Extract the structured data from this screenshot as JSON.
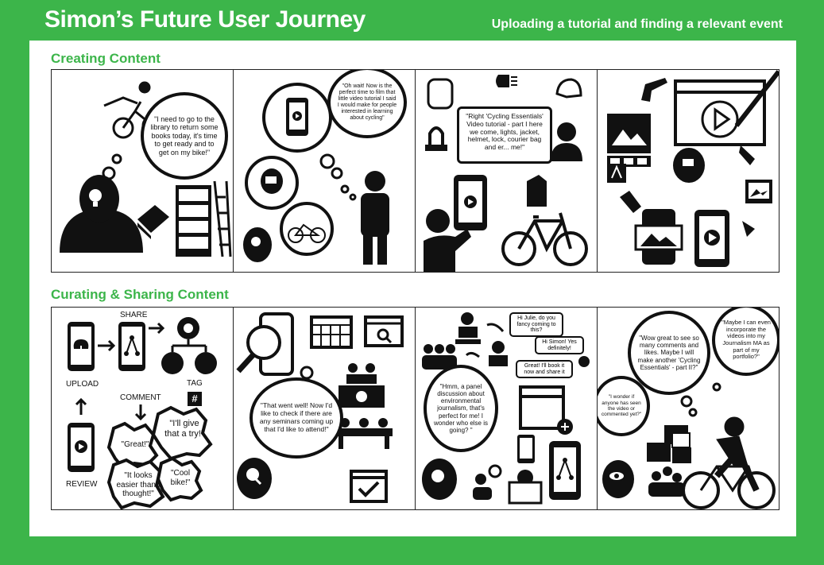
{
  "header": {
    "title": "Simon’s Future User Journey",
    "subtitle": "Uploading a tutorial and finding a relevant event"
  },
  "sections": {
    "creating": "Creating Content",
    "curating": "Curating & Sharing Content"
  },
  "panels": {
    "p1": {
      "bubble": "\"I need to go to the library to return some books today, it's time to get ready and to get on my bike!\""
    },
    "p2": {
      "bubble": "\"Oh wait! Now is the perfect time to film that little video tutorial I said I would make for people interested in learning about cycling\""
    },
    "p3": {
      "bubble": "\"Right 'Cycling Essentials' Video tutorial - part I here we come, lights, jacket, helmet, lock, courier bag and er... me!\""
    },
    "p5": {
      "share": "SHARE",
      "upload": "UPLOAD",
      "comment": "COMMENT",
      "tag": "TAG",
      "review": "REVIEW",
      "hash": "#",
      "c1": "\"Great!\"",
      "c2": "\"I'll give that a try!\"",
      "c3": "\"It looks easier than I thought!\"",
      "c4": "\"Cool bike!\""
    },
    "p6": {
      "bubble": "\"That went well! Now I'd like to check if there are any seminars coming up that I'd like to attend!\""
    },
    "p7": {
      "bubble": "\"Hmm, a panel discussion about environmental journalism, that's perfect for me! I wonder who else is going? \"",
      "chat1": "Hi Julie, do you fancy coming to this?",
      "chat2": "Hi Simon! Yes definitely!",
      "chat3": "Great! I'll book it now and share it"
    },
    "p8": {
      "b1": "\"Wow great to see so many comments and likes. Maybe I will make another 'Cycling Essentials' - part II?\"",
      "b2": "\"Maybe I can even incorporate the videos into my Journalism MA as part of my portfolio?\"",
      "b3": "\"I wonder if anyone has seen the video or commented yet?\""
    }
  }
}
